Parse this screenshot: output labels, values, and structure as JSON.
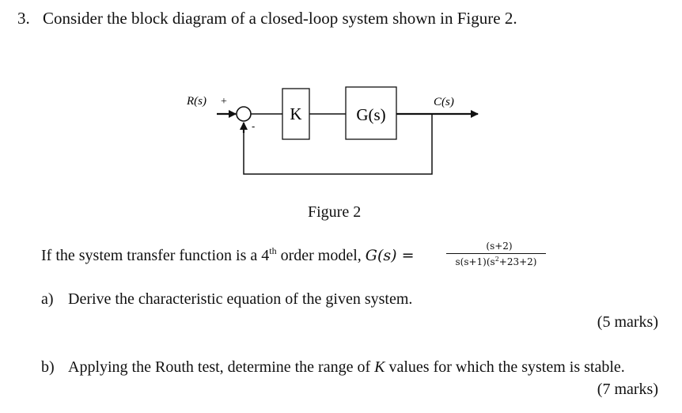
{
  "question": {
    "number": "3.",
    "text": "Consider the block diagram of a closed-loop system shown in Figure 2."
  },
  "diagram": {
    "input_label": "R(s)",
    "plus_sign": "+",
    "minus_sign": "-",
    "block1": "K",
    "block2": "G(s)",
    "output_label": "C(s)"
  },
  "figure_caption": "Figure 2",
  "transfer_function": {
    "prefix": "If the system transfer function is a 4",
    "superscript": "th",
    "middle": " order model, ",
    "lhs": "G(s) =",
    "numerator": "(s+2)",
    "denominator_pre": "s(s+1)(s",
    "denominator_exp": "2",
    "denominator_post": "+23+2)"
  },
  "parts": [
    {
      "letter": "a)",
      "text": "Derive the characteristic equation of the given system.",
      "marks": "(5 marks)"
    },
    {
      "letter": "b)",
      "text_pre": "Applying the Routh test, determine the range of ",
      "variable": "K",
      "text_post": " values for which the system is stable.",
      "marks": "(7 marks)"
    }
  ]
}
